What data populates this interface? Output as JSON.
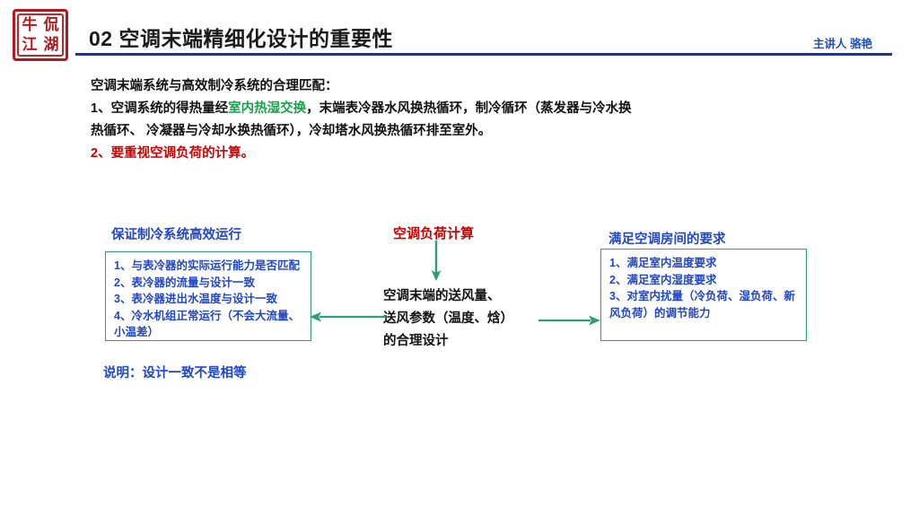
{
  "header": {
    "logo": {
      "name": "niu-kan-jiang-hu-seal",
      "chars": [
        "牛",
        "侃",
        "江",
        "湖"
      ],
      "color": "#b4181c"
    },
    "section_number": "02",
    "title": "02 空调末端精细化设计的重要性",
    "presenter": "主讲人  骆艳",
    "presenter_color": "#1f4fb5",
    "rule_color": "#1b32aa"
  },
  "intro": {
    "line1": "空调末端系统与高效制冷系统的合理匹配：",
    "line2_a": "1、空调系统的得热量经",
    "line2_highlight": "室内热湿交换",
    "line2_b": "，末端表冷器水风换热循环，制冷循环（蒸发器与冷水换",
    "line3": "热循环、 冷凝器与冷却水换热循环），冷却塔水风换热循环排至室外。",
    "line4": "2、要重视空调负荷的计算。",
    "highlight_color": "#16a34a",
    "line4_color": "#cc0000"
  },
  "diagram": {
    "center": {
      "title": "空调负荷计算",
      "title_color": "#cc0000",
      "body": "空调末端的送风量、送风参数（温度、焓）的合理设计",
      "body_lines": [
        "空调末端的送风量、",
        "送风参数（温度、焓）",
        "的合理设计"
      ]
    },
    "left": {
      "heading": "保证制冷系统高效运行",
      "items": [
        "1、与表冷器的实际运行能力是否匹配",
        "2、表冷器的流量与设计一致",
        "3、表冷器进出水温度与设计一致",
        "4、冷水机组正常运行（不会大流量、小温差）"
      ],
      "note": "说明：设计一致不是相等",
      "text_color": "#2146c7",
      "border_color": "#2e9e78"
    },
    "right": {
      "heading": "满足空调房间的要求",
      "items": [
        "1、满足室内温度要求",
        "2、满足室内湿度要求",
        "3、对室内扰量（冷负荷、湿负荷、新风负荷）的调节能力"
      ],
      "text_color": "#2146c7",
      "border_color": "#2e9e78"
    },
    "arrows": {
      "down": "arrow-down",
      "left": "arrow-left",
      "right": "arrow-right",
      "color": "#2e9e78"
    }
  }
}
